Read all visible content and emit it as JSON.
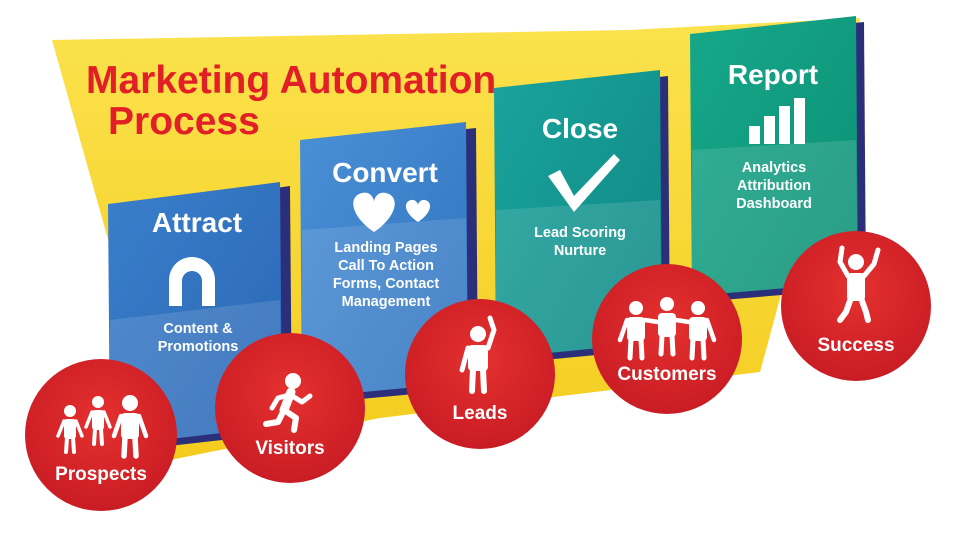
{
  "title": {
    "line1": "Marketing Automation",
    "line2": "Process"
  },
  "stages": [
    {
      "key": "attract",
      "title": "Attract",
      "desc": [
        "Content &",
        "Promotions"
      ],
      "icon": "magnet-icon",
      "color": "#2f74c0"
    },
    {
      "key": "convert",
      "title": "Convert",
      "desc": [
        "Landing Pages",
        "Call To Action",
        "Forms, Contact",
        "Management"
      ],
      "icon": "hearts-icon",
      "color": "#3b82c8"
    },
    {
      "key": "close",
      "title": "Close",
      "desc": [
        "Lead Scoring",
        "Nurture"
      ],
      "icon": "checkmark-icon",
      "color": "#14958f"
    },
    {
      "key": "report",
      "title": "Report",
      "desc": [
        "Analytics",
        "Attribution",
        "Dashboard"
      ],
      "icon": "bar-chart-icon",
      "color": "#0f9a7e"
    }
  ],
  "circles": [
    {
      "key": "prospects",
      "label": "Prospects",
      "icon": "group-icon"
    },
    {
      "key": "visitors",
      "label": "Visitors",
      "icon": "running-person-icon"
    },
    {
      "key": "leads",
      "label": "Leads",
      "icon": "raised-hand-person-icon"
    },
    {
      "key": "customers",
      "label": "Customers",
      "icon": "people-linked-icon"
    },
    {
      "key": "success",
      "label": "Success",
      "icon": "celebrating-person-icon"
    }
  ],
  "colors": {
    "banner": "#f9d93a",
    "circle": "#d8232a",
    "title": "#e21e26",
    "panel_shadow": "#2b2f7a"
  }
}
